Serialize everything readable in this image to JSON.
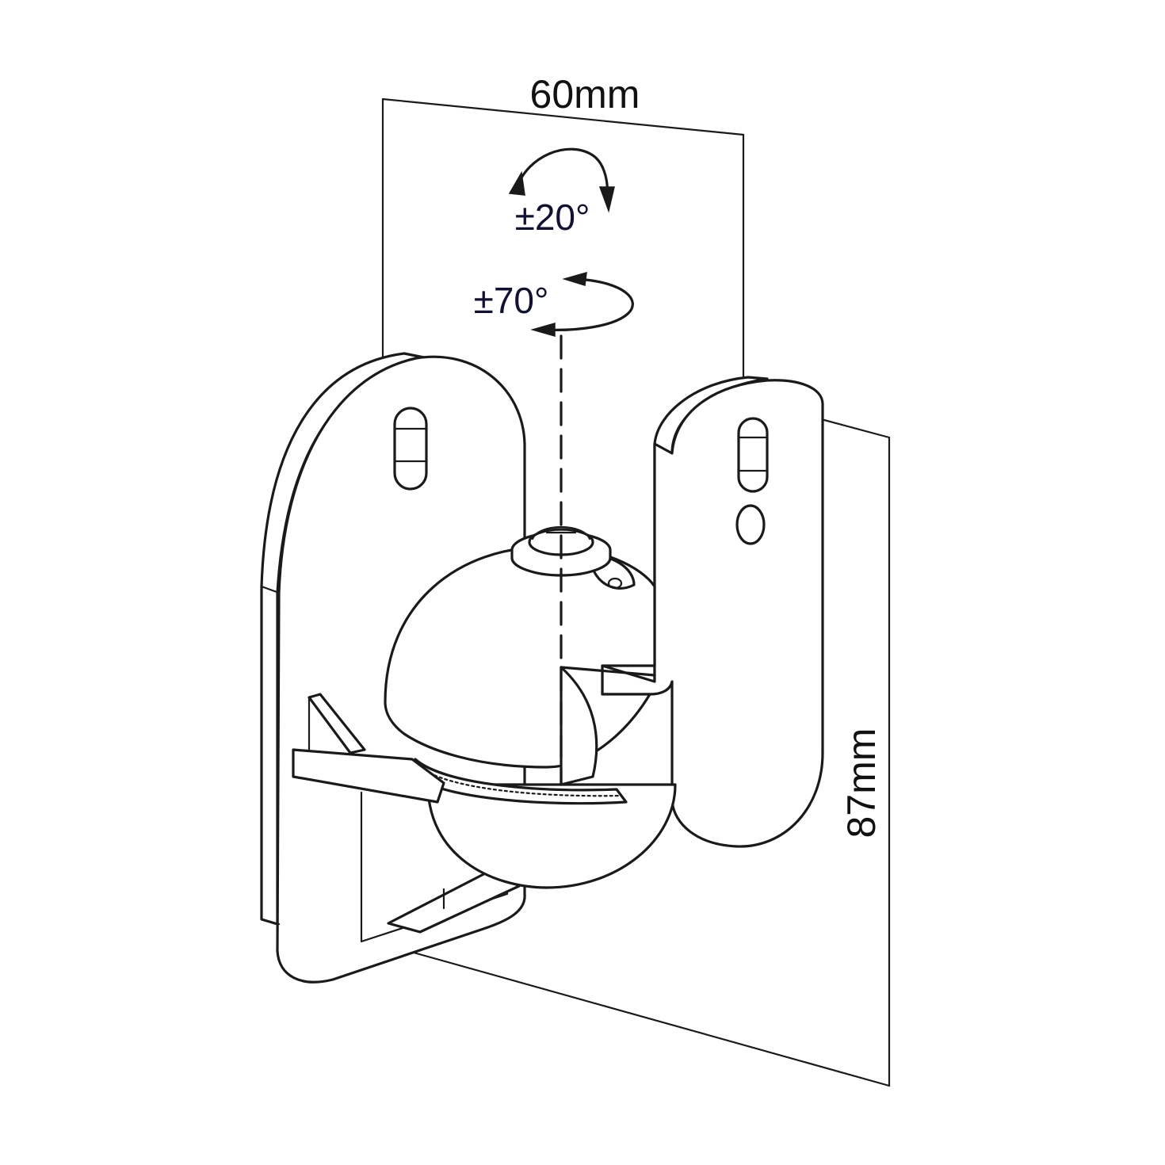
{
  "dimensions": {
    "width_label": "60mm",
    "height_label": "87mm"
  },
  "rotation": {
    "tilt_label": "±20°",
    "swivel_label": "±70°"
  },
  "colors": {
    "line": "#1a1a1a",
    "background": "#ffffff"
  }
}
